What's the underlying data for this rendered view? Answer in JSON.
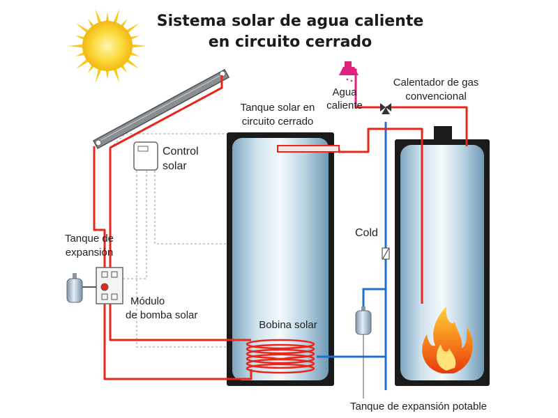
{
  "title": {
    "line1": "Sistema solar de agua caliente",
    "line2": "en circuito cerrado"
  },
  "labels": {
    "hot_water_1": "Agua",
    "hot_water_2": "caliente",
    "gas_heater_1": "Calentador de gas",
    "gas_heater_2": "convencional",
    "solar_tank_1": "Tanque solar en",
    "solar_tank_2": "circuito cerrado",
    "control_1": "Control",
    "control_2": "solar",
    "expansion_1": "Tanque de",
    "expansion_2": "expansión",
    "pump_1": "Módulo",
    "pump_2": "de bomba solar",
    "cold": "Cold",
    "coil": "Bobina solar",
    "potable_expansion": "Tanque de expansión potable"
  },
  "colors": {
    "hot_pipe": "#e8261c",
    "cold_pipe": "#1f6fd1",
    "faucet": "#e0217e",
    "tank_outline": "#1a1a1a",
    "tank_glass": "#a9c9dc",
    "sun": "#f7c51e"
  }
}
